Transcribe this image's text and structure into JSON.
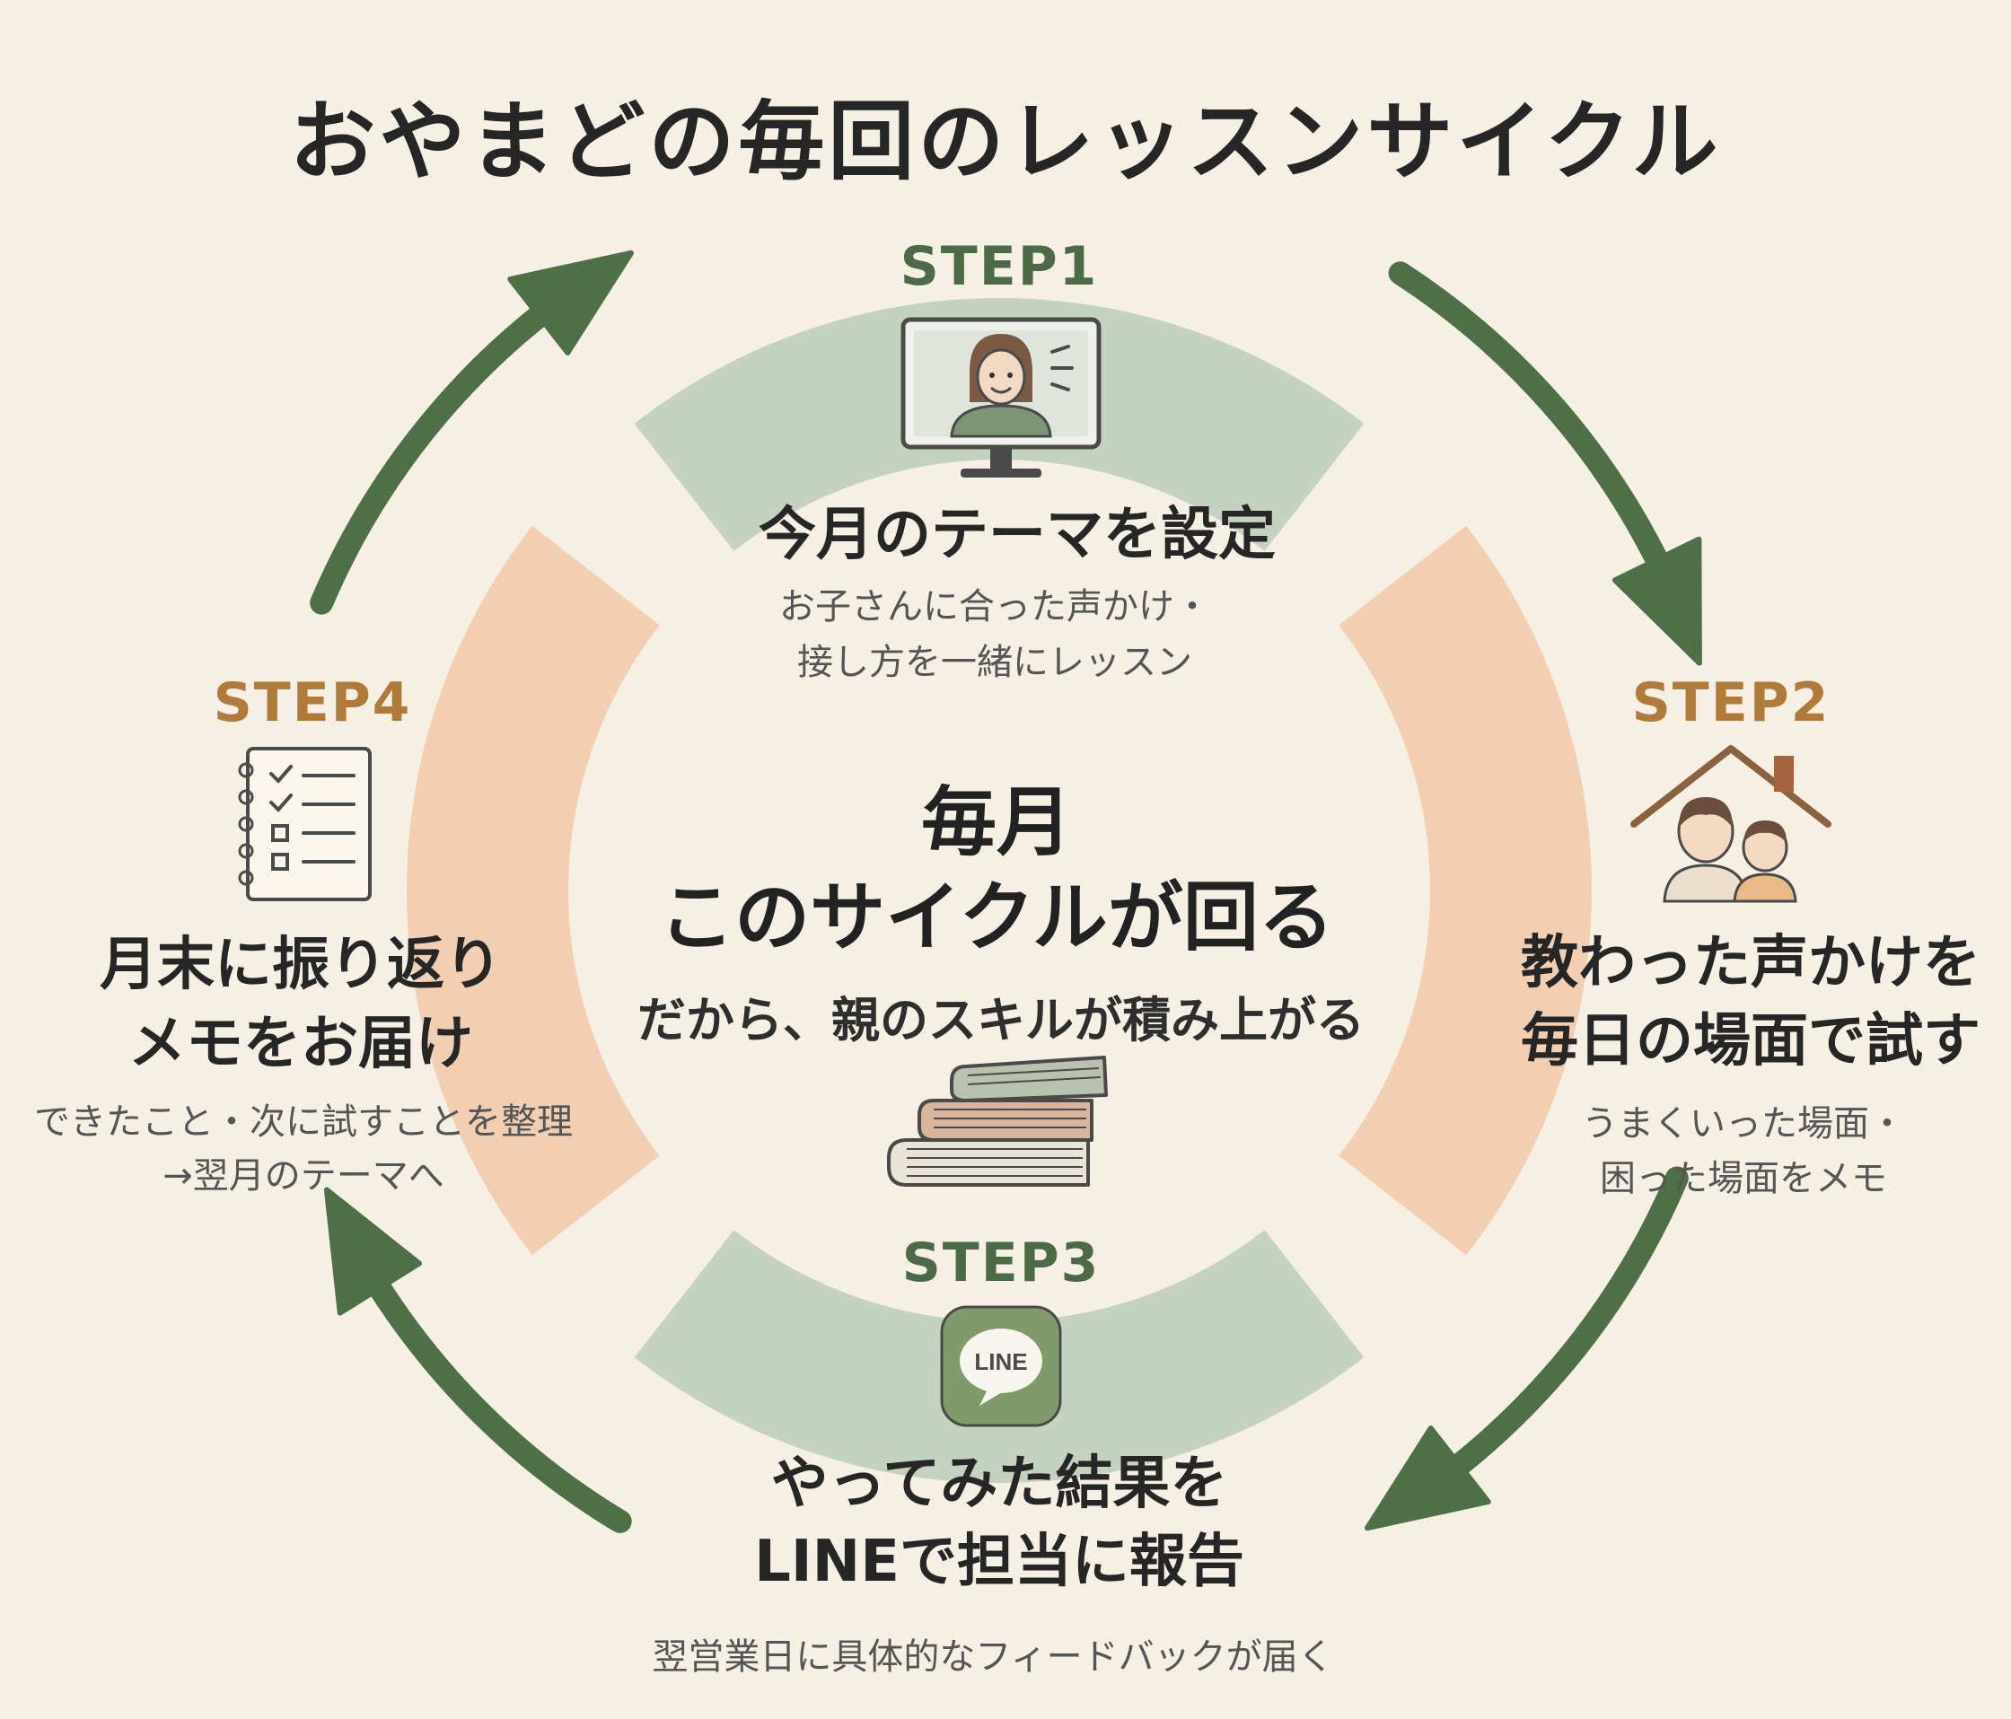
{
  "title": "おやまどの毎回のレッスンサイクル",
  "center": {
    "line1": "毎月",
    "line2": "このサイクルが回る",
    "subtitle": "だから、親のスキルが積み上がる"
  },
  "steps": [
    {
      "label": "STEP1",
      "heading": [
        "今月のテーマを設定"
      ],
      "sub": [
        "お子さんに合った声かけ・",
        "接し方を一緒にレッスン"
      ],
      "icon": "video-call-icon"
    },
    {
      "label": "STEP2",
      "heading": [
        "教わった声かけを",
        "毎日の場面で試す"
      ],
      "sub": [
        "うまくいった場面・",
        "困った場面をメモ"
      ],
      "icon": "home-family-icon"
    },
    {
      "label": "STEP3",
      "heading": [
        "やってみた結果を",
        "LINEで担当に報告"
      ],
      "sub": [
        "翌営業日に具体的なフィードバックが届く"
      ],
      "icon": "line-app-icon",
      "icon_text": "LINE"
    },
    {
      "label": "STEP4",
      "heading": [
        "月末に振り返り",
        "メモをお届け"
      ],
      "sub": [
        "できたこと・次に試すことを整理",
        "→翌月のテーマへ"
      ],
      "icon": "checklist-notebook-icon"
    }
  ],
  "colors": {
    "background": "#f6efe3",
    "green_segment": "#c5d2bf",
    "orange_segment": "#f2cfb2",
    "arrow_green": "#4f6f46",
    "step_green": "#4d6a46",
    "step_orange": "#b07a3a"
  },
  "icons": {
    "arrows": "curved-arrow-icon",
    "center": "book-stack-icon"
  }
}
